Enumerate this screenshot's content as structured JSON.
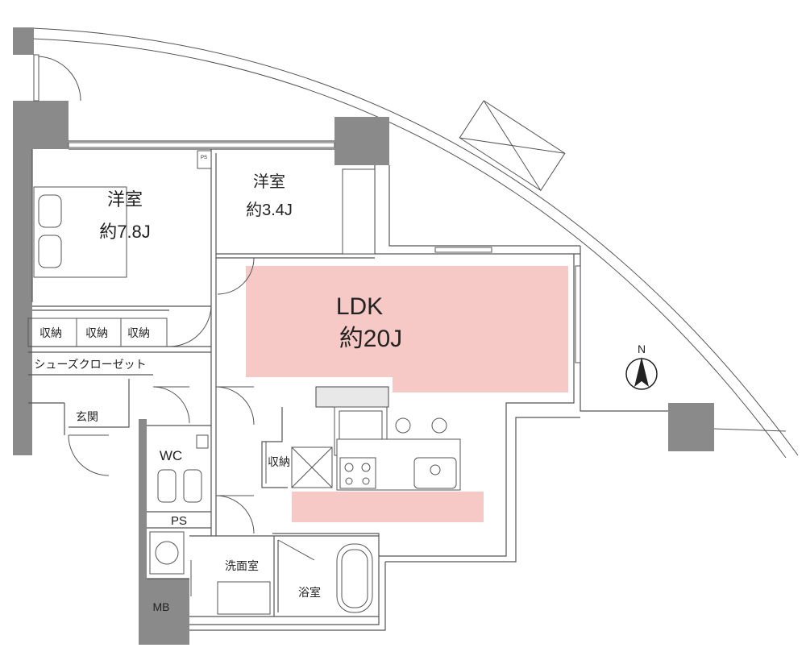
{
  "rooms": {
    "western_room_1": {
      "name": "洋室",
      "size": "約7.8J"
    },
    "western_room_2": {
      "name": "洋室",
      "size": "約3.4J"
    },
    "ldk": {
      "name": "LDK",
      "size": "約20J"
    },
    "storage_1": "収納",
    "storage_2": "収納",
    "storage_3": "収納",
    "storage_kitchen": "収納",
    "shoe_closet": "シューズクローゼット",
    "entrance": "玄関",
    "wc": "WC",
    "ps_small": "PS",
    "ps_large": "PS",
    "washroom": "洗面室",
    "bathroom": "浴室",
    "mb": "MB"
  },
  "compass": {
    "label": "N"
  },
  "colors": {
    "ldk_highlight": "#f6c9c6",
    "wall": "#8a8a8a"
  }
}
